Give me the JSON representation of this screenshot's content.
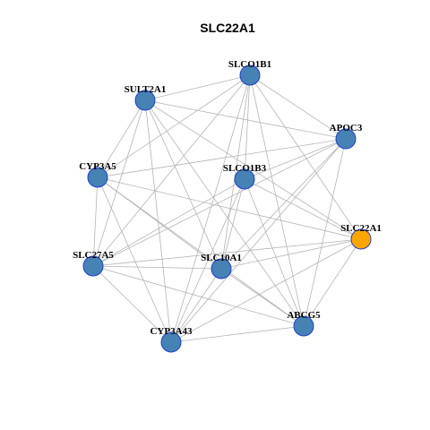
{
  "title": "SLC22A1",
  "colors": {
    "default_node": "#4682b4",
    "highlight_node": "#ffa500",
    "node_border": "#1f3fd0",
    "edge": "#b4b4b4"
  },
  "nodes": [
    {
      "id": "SLCO1B1",
      "label": "SLCO1B1",
      "highlight": false
    },
    {
      "id": "SULT2A1",
      "label": "SULT2A1",
      "highlight": false
    },
    {
      "id": "APOC3",
      "label": "APOC3",
      "highlight": false
    },
    {
      "id": "CYP3A5",
      "label": "CYP3A5",
      "highlight": false
    },
    {
      "id": "SLCO1B3",
      "label": "SLCO1B3",
      "highlight": false
    },
    {
      "id": "SLC22A1",
      "label": "SLC22A1",
      "highlight": true
    },
    {
      "id": "SLC27A5",
      "label": "SLC27A5",
      "highlight": false
    },
    {
      "id": "SLC10A1",
      "label": "SLC10A1",
      "highlight": false
    },
    {
      "id": "ABCG5",
      "label": "ABCG5",
      "highlight": false
    },
    {
      "id": "CYP3A43",
      "label": "CYP3A43",
      "highlight": false
    }
  ],
  "edges": [
    [
      "SLCO1B1",
      "SULT2A1"
    ],
    [
      "SLCO1B1",
      "APOC3"
    ],
    [
      "SLCO1B1",
      "SLCO1B3"
    ],
    [
      "SLCO1B1",
      "SLC22A1"
    ],
    [
      "SLCO1B1",
      "SLC27A5"
    ],
    [
      "SLCO1B1",
      "SLC10A1"
    ],
    [
      "SLCO1B1",
      "ABCG5"
    ],
    [
      "SLCO1B1",
      "CYP3A43"
    ],
    [
      "SLCO1B1",
      "CYP3A5"
    ],
    [
      "SULT2A1",
      "APOC3"
    ],
    [
      "SULT2A1",
      "CYP3A5"
    ],
    [
      "SULT2A1",
      "SLC22A1"
    ],
    [
      "SULT2A1",
      "SLC27A5"
    ],
    [
      "SULT2A1",
      "SLC10A1"
    ],
    [
      "SULT2A1",
      "ABCG5"
    ],
    [
      "SULT2A1",
      "CYP3A43"
    ],
    [
      "APOC3",
      "SLCO1B3"
    ],
    [
      "APOC3",
      "SLC27A5"
    ],
    [
      "APOC3",
      "SLC10A1"
    ],
    [
      "APOC3",
      "ABCG5"
    ],
    [
      "APOC3",
      "CYP3A43"
    ],
    [
      "APOC3",
      "CYP3A5"
    ],
    [
      "CYP3A5",
      "SLC27A5"
    ],
    [
      "CYP3A5",
      "SLC10A1"
    ],
    [
      "CYP3A5",
      "ABCG5"
    ],
    [
      "CYP3A5",
      "CYP3A43"
    ],
    [
      "CYP3A5",
      "SLC22A1"
    ],
    [
      "SLCO1B3",
      "SLC27A5"
    ],
    [
      "SLCO1B3",
      "SLC10A1"
    ],
    [
      "SLCO1B3",
      "ABCG5"
    ],
    [
      "SLCO1B3",
      "CYP3A43"
    ],
    [
      "SLCO1B3",
      "SLC22A1"
    ],
    [
      "SLC22A1",
      "SLC27A5"
    ],
    [
      "SLC22A1",
      "SLC10A1"
    ],
    [
      "SLC22A1",
      "ABCG5"
    ],
    [
      "SLC22A1",
      "CYP3A43"
    ],
    [
      "SLC27A5",
      "SLC10A1"
    ],
    [
      "SLC27A5",
      "ABCG5"
    ],
    [
      "SLC27A5",
      "CYP3A43"
    ],
    [
      "SLC10A1",
      "ABCG5"
    ],
    [
      "SLC10A1",
      "CYP3A43"
    ],
    [
      "ABCG5",
      "CYP3A43"
    ]
  ]
}
